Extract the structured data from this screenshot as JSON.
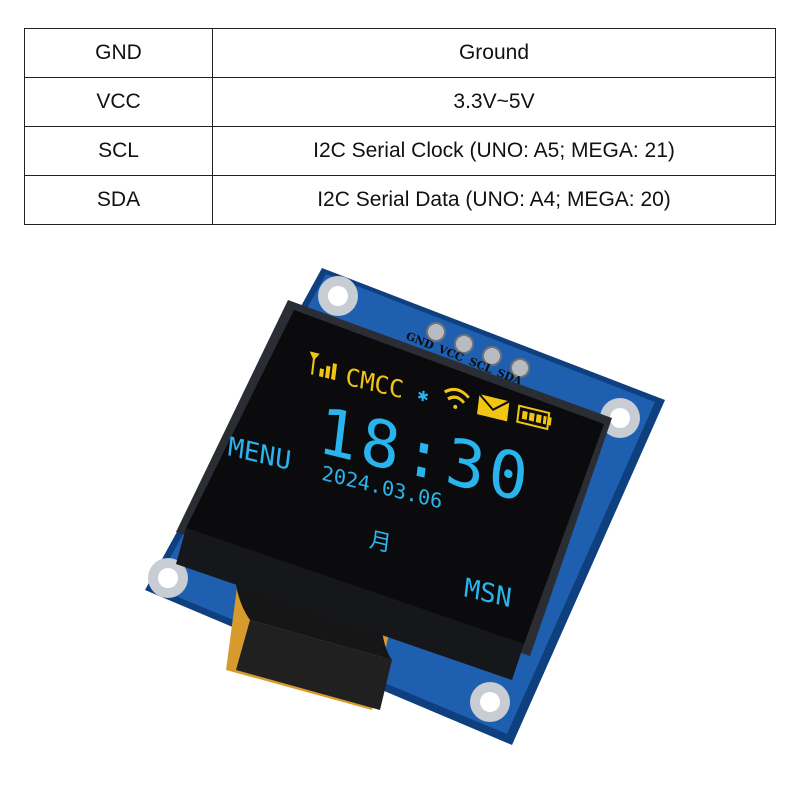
{
  "pin_table": {
    "rows": [
      {
        "pin": "GND",
        "description": "Ground"
      },
      {
        "pin": "VCC",
        "description": "3.3V~5V"
      },
      {
        "pin": "SCL",
        "description": "I2C Serial Clock (UNO: A5; MEGA: 21)"
      },
      {
        "pin": "SDA",
        "description": "I2C Serial Data (UNO: A4; MEGA: 20)"
      }
    ]
  },
  "module": {
    "header_pins": [
      "GND",
      "VCC",
      "SCL",
      "SDA"
    ],
    "display": {
      "carrier": "CMCC",
      "time": "18:30",
      "date": "2024.03.06",
      "left_label": "MENU",
      "center_label": "月",
      "right_label": "MSN",
      "icons": [
        "signal-icon",
        "bluetooth-icon",
        "wifi-icon",
        "mail-icon",
        "battery-icon"
      ]
    },
    "colors": {
      "pcb": "#1f5fb0",
      "screen": "#0b0b0d",
      "yellow": "#f2c414",
      "cyan": "#2ab4ee"
    }
  }
}
